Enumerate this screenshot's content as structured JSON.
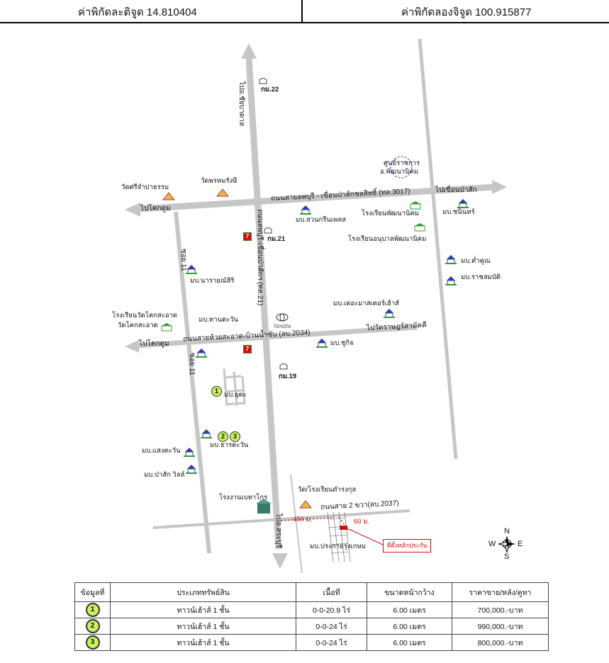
{
  "header": {
    "latitude": "ค่าพิกัดละติจูด 14.810404",
    "longitude": "ค่าพิกัดลองจิจูด 100.915877"
  },
  "map": {
    "roads": {
      "north": "ไปอ.ชัยบาดาล",
      "main_ns": "ถนนลพบุรี-เขื่อนป่าสักฯ (ทล.21)",
      "east_west_top": "ถนนสายลพบุรี - เขื่อนป่าสักชลสิทธิ์ (ทล.3017)",
      "to_dam": "ไปเขื่อนป่าสัก",
      "to_khok_1": "ไปโคกตูม",
      "soi_1": "ซอย 11",
      "soi_2": "ซอย 11",
      "middle": "ถนนสายห้วยสะอาด-บ้านน้ำซับ (ลบ.2034)",
      "to_khok_2": "ไปโคกตูม",
      "to_wat": "ไปวัดราษฎร์สามัคคี",
      "south": "ไปอ.สระบุรี",
      "south_road": "ถนนสาย 2 ขวา(ลบ.2037)"
    },
    "km_markers": [
      "กม.22",
      "กม.21",
      "กม.19"
    ],
    "places": {
      "center": "ศูนย์ราชการ",
      "center_sub": "อ.พัฒนานิคม",
      "wat_sri": "วัดศรีจำปาธรรม",
      "wat_phrom": "วัดพรหมรังษี",
      "suan_green": "มบ.สวนกรีนเพลส",
      "school_pat": "โรงเรียนพัฒนานิคม",
      "anuban": "โรงเรียนอนุบาลพัฒนานิคม",
      "chanin": "มบ.ชนินทร์",
      "khamkhun": "มบ.ค่ำคูณ",
      "ratchasombat": "มบ.ราชสมบัติ",
      "narai": "มบ.นารายณ์สิริ",
      "school_khok": "โรงเรียนวัดโคกสะอาด",
      "wat_khok": "วัดโคกสะอาด",
      "thantawan": "มบ.ทานตะวัน",
      "master": "มบ.เดอะมาสเตอร์เฮ้าส์",
      "chukit": "มบ.ชูกิจ",
      "ruenya": "มบ.ยุตะ",
      "dhara": "มบ.ธารตะวัน",
      "saengtawan": "มบ.แสงตะวัน",
      "pasak_villa": "มบ.ป่าสัก วิลล์",
      "factory": "โรงงานเบทาโกร",
      "wat_school": "วัด/โรงเรียนดำรงกุล",
      "prakai": "มบ.ประกายรุ่งเกษม",
      "toyota": "TOYOTA"
    },
    "distances": {
      "d1": "450 ม.",
      "d2": "60 ม."
    },
    "target_label": "ที่ตั้งหลักประกัน",
    "markers": [
      "1",
      "2",
      "3"
    ],
    "compass": {
      "n": "N",
      "s": "S",
      "e": "E",
      "w": "W"
    },
    "shop_glyph": "7"
  },
  "table": {
    "headers": [
      "ข้อมูลที่",
      "ประเภททรัพย์สิน",
      "เนื้อที่",
      "ขนาดหน้ากว้าง",
      "ราคาขาย/หลัง/คูหา"
    ],
    "rows": [
      {
        "no": "1",
        "type": "ทาวน์เฮ้าส์ 1 ชั้น",
        "area": "0-0-20.9 ไร่",
        "width": "6.00 เมตร",
        "price": "700,000.-บาท"
      },
      {
        "no": "2",
        "type": "ทาวน์เฮ้าส์ 1 ชั้น",
        "area": "0-0-24 ไร่",
        "width": "6.00 เมตร",
        "price": "990,000.-บาท"
      },
      {
        "no": "3",
        "type": "ทาวน์เฮ้าส์ 1 ชั้น",
        "area": "0-0-24 ไร่",
        "width": "6.00 เมตร",
        "price": "800,000.-บาท"
      }
    ]
  },
  "colors": {
    "road": "#c6c6c6",
    "marker": "#c8f060",
    "accent_red": "#cc1111",
    "icon_blue": "#2a3fa8",
    "icon_green": "#2f9e2f"
  }
}
